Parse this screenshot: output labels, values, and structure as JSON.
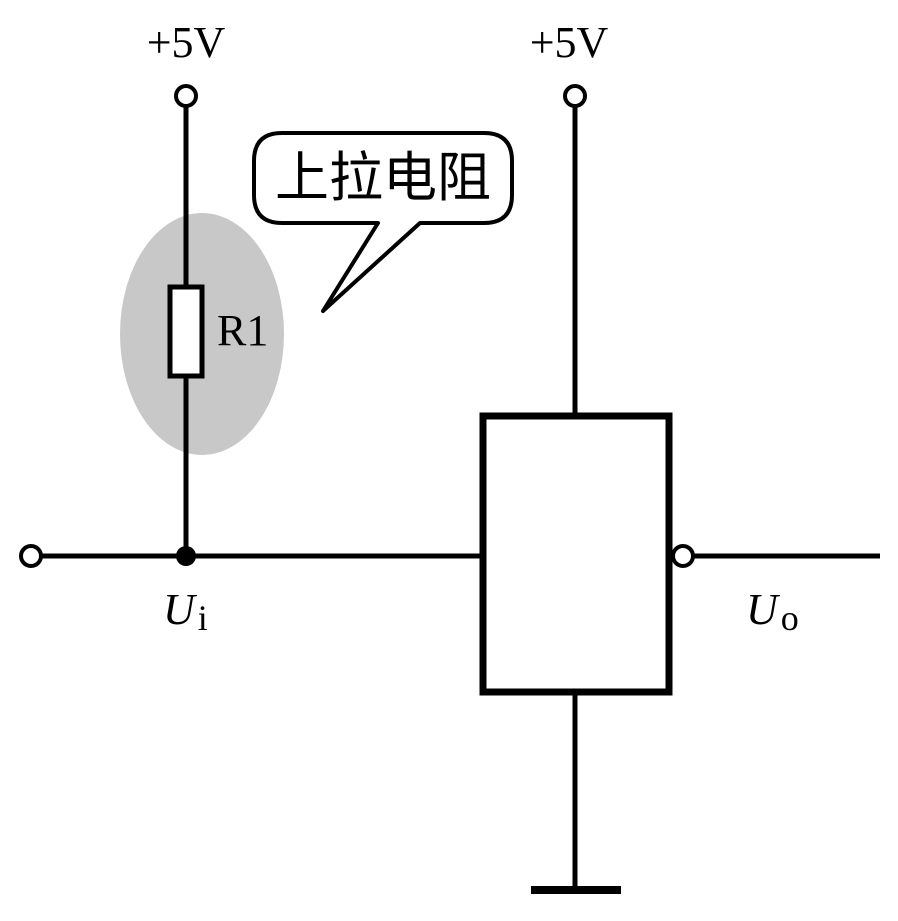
{
  "labels": {
    "vcc_left": "+5V",
    "vcc_right": "+5V",
    "callout": "上拉电阻",
    "resistor": "R1",
    "input_main": "U",
    "input_sub": "i",
    "output_main": "U",
    "output_sub": "o"
  },
  "colors": {
    "line": "#000000",
    "highlight": "#c8c8c8",
    "background": "#ffffff"
  }
}
